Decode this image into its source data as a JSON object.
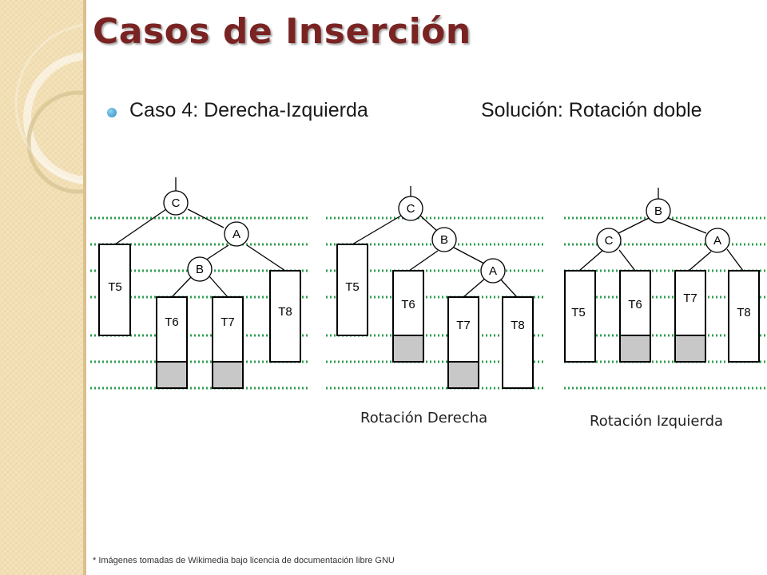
{
  "title": "Casos de Inserción",
  "bullet": {
    "case_label": "Caso 4: Derecha-Izquierda",
    "solution_label": "Solución: Rotación doble"
  },
  "diagrams": {
    "d1": {
      "nodes": [
        "C",
        "A",
        "B"
      ],
      "subtrees": [
        "T5",
        "T6",
        "T7",
        "T8"
      ]
    },
    "d2": {
      "nodes": [
        "C",
        "B",
        "A"
      ],
      "subtrees": [
        "T5",
        "T6",
        "T7",
        "T8"
      ]
    },
    "d3": {
      "nodes": [
        "B",
        "C",
        "A"
      ],
      "subtrees": [
        "T5",
        "T6",
        "T7",
        "T8"
      ]
    }
  },
  "captions": {
    "rotation_right": "Rotación Derecha",
    "rotation_left": "Rotación Izquierda"
  },
  "footnote": "* Imágenes tomadas de Wikimedia bajo licencia de documentación libre GNU",
  "colors": {
    "title": "#7a2323",
    "sidebar": "#f2dfb4",
    "dotted_guides": "#2e9e4f",
    "shaded_block": "#c8c8c8"
  }
}
